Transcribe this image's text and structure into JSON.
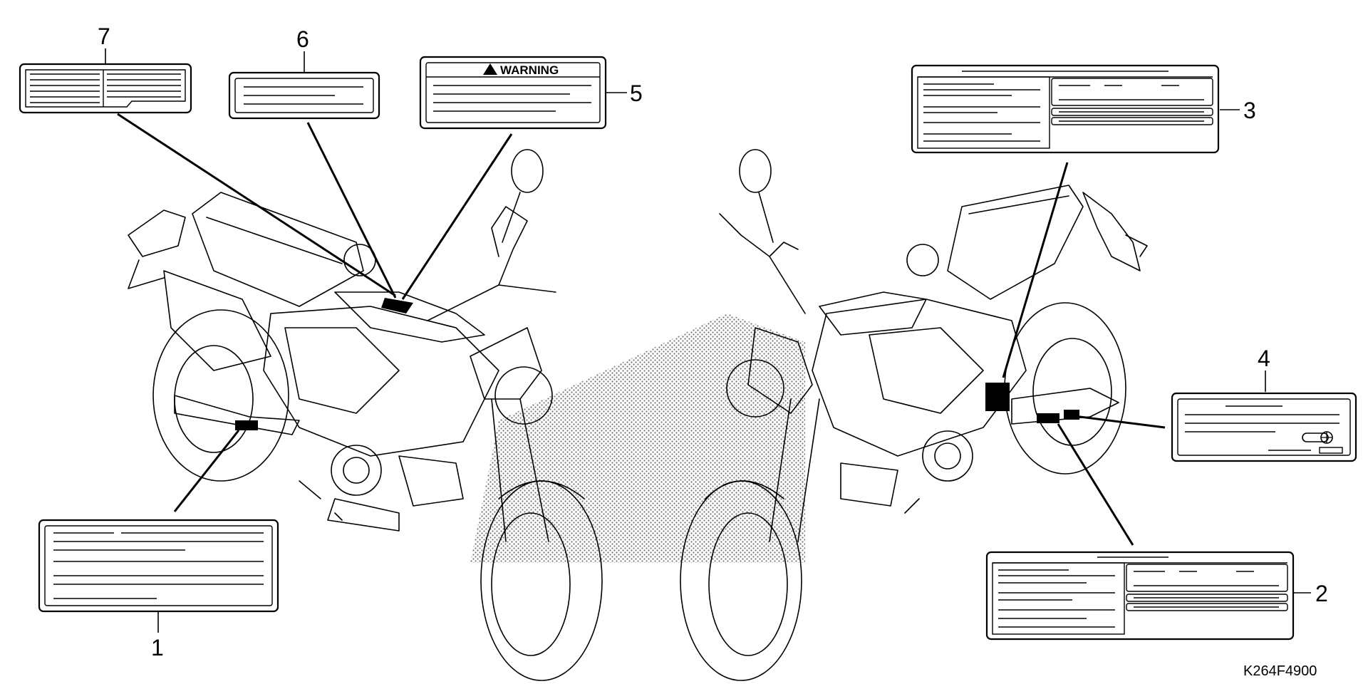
{
  "diagram": {
    "warning_label_text": "WARNING",
    "part_code": "K264F4900",
    "callouts": [
      "1",
      "2",
      "3",
      "4",
      "5",
      "6",
      "7"
    ]
  },
  "colors": {
    "ink": "#000000",
    "paper": "#ffffff"
  }
}
